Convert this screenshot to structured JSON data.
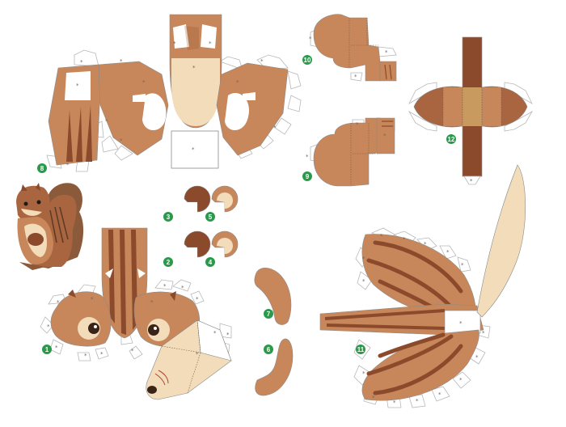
{
  "colors": {
    "fur": "#c8875a",
    "fur_dark": "#8b4a2b",
    "fur_mid": "#a8653f",
    "cream": "#f2dcb9",
    "tab_stroke": "#b8b8b8",
    "marker": "#2a9a4a",
    "eye": "#3a2418",
    "nose": "#3a2418"
  },
  "part_numbers": {
    "p1": "1",
    "p2": "2",
    "p3": "3",
    "p4": "4",
    "p5": "5",
    "p6": "6",
    "p7": "7",
    "p8": "8",
    "p9": "9",
    "p10": "10",
    "p11": "11",
    "p12": "12"
  },
  "glue_mark": "*"
}
